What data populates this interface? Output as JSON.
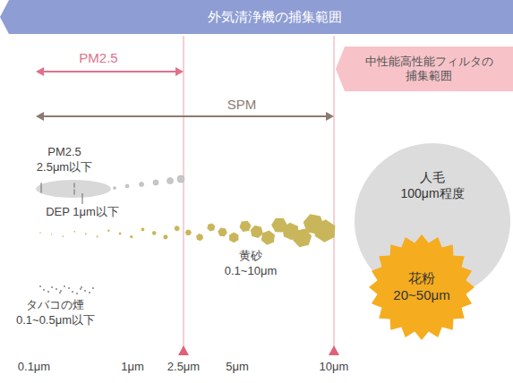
{
  "diagram": {
    "nodes": [
      {
        "text": [
          "外気清浄機の捕集範囲"
        ]
      },
      {
        "text": [
          "中性能高性能フィルタの 捕集範囲"
        ]
      },
      {
        "text": [
          "人毛",
          "100μm程度"
        ]
      },
      {
        "text": [
          "花粉",
          "20~50μm"
        ]
      }
    ],
    "labels": [
      "PM2.5",
      "SPM",
      "PM2.5 2.5μm以下",
      "DEP 1μm以下",
      "黄砂 0.1~10μm",
      "タバコの煙 0.1~0.5μm以下",
      "0.1μm",
      "1μm",
      "2.5μm",
      "5μm",
      "10μm"
    ]
  }
}
